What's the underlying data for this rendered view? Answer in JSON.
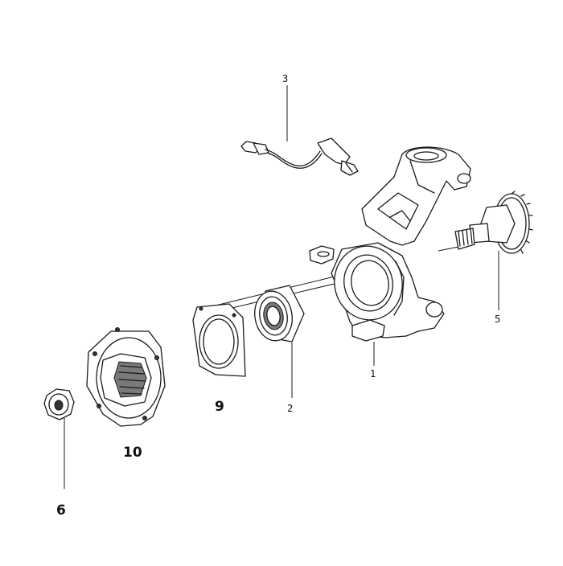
{
  "diagram": {
    "part_labels": {
      "p1": "1",
      "p2": "2",
      "p3": "3",
      "p5": "5",
      "p6": "6",
      "p9": "9",
      "p10": "10"
    }
  }
}
